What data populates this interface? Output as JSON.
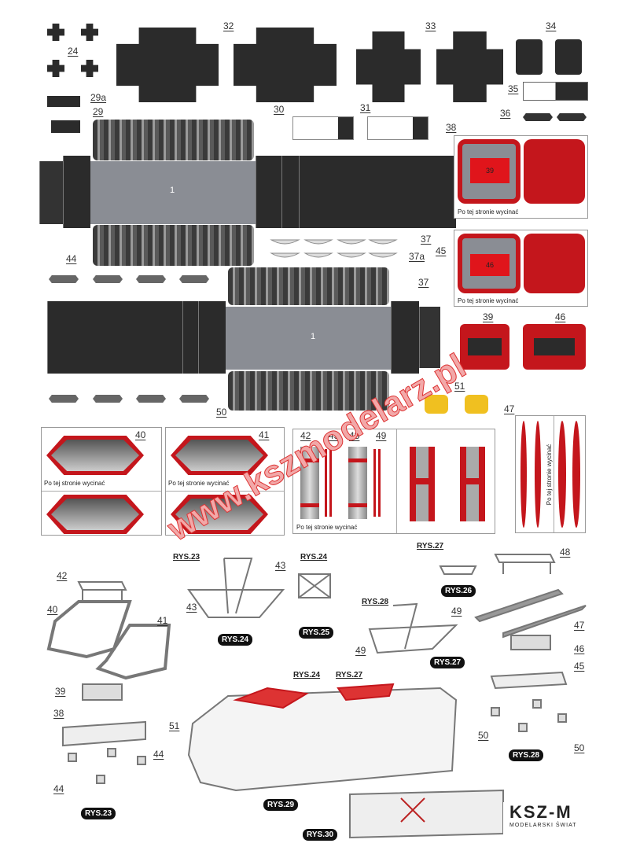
{
  "part_labels": {
    "p24": "24",
    "p32": "32",
    "p33": "33",
    "p34": "34",
    "p35": "35",
    "p29a": "29a",
    "p29": "29",
    "p30": "30",
    "p31": "31",
    "p36": "36",
    "p38": "38",
    "p45": "45",
    "p37_top": "37",
    "p37a": "37a",
    "p37_mid": "37",
    "p44": "44",
    "p39": "39",
    "p46": "46",
    "p51": "51",
    "p50": "50",
    "p40": "40",
    "p41": "41",
    "p42": "42",
    "p43": "43",
    "p48": "48",
    "p49": "49",
    "p47": "47"
  },
  "body_labels": {
    "top": "1",
    "bottom": "1",
    "base39": "39",
    "base46": "46"
  },
  "cut_note": "Po tej stronie wycinać",
  "watermark": "www.kszmodelarz.pl",
  "assembly": {
    "rys23": "RYS.23",
    "rys24": "RYS.24",
    "rys25": "RYS.25",
    "rys26": "RYS.26",
    "rys27": "RYS.27",
    "rys28": "RYS.28",
    "rys29": "RYS.29",
    "rys30": "RYS.30",
    "ref_rys23": "RYS.23",
    "ref_rys24a": "RYS.24",
    "ref_rys27a": "RYS.27",
    "ref_rys28": "RYS.28",
    "ref_rys24b": "RYS.24",
    "ref_rys27b": "RYS.27",
    "n42": "42",
    "n40": "40",
    "n41": "41",
    "n39": "39",
    "n38": "38",
    "n44a": "44",
    "n44b": "44",
    "n43a": "43",
    "n43b": "43",
    "n49a": "49",
    "n49b": "49",
    "n48": "48",
    "n47": "47",
    "n46": "46",
    "n45": "45",
    "n50a": "50",
    "n50b": "50",
    "n51": "51"
  },
  "logo": {
    "name": "KSZ-M",
    "tagline": "MODELARSKI ŚWIAT"
  },
  "colors": {
    "red": "#c4161c",
    "dark": "#2b2b2b",
    "grey": "#8a8d94"
  }
}
